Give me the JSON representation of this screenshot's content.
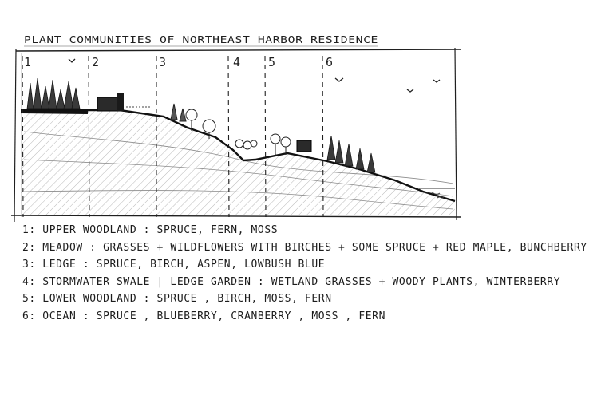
{
  "title": "PLANT COMMUNITIES OF NORTHEAST HARBOR RESIDENCE",
  "zone_labels": [
    "1",
    "2",
    "3",
    "4",
    "5",
    "6"
  ],
  "legend": [
    "1: UPPER WOODLAND : SPRUCE, FERN, MOSS",
    "2: MEADOW : GRASSES + WILDFLOWERS WITH BIRCHES + SOME SPRUCE + RED MAPLE, BUNCHBERRY",
    "3: LEDGE : SPRUCE, BIRCH, ASPEN, LOWBUSH BLUE",
    "4: STORMWATER SWALE | LEDGE GARDEN : WETLAND GRASSES + WOODY PLANTS, WINTERBERRY",
    "5: LOWER WOODLAND : SPRUCE , BIRCH, MOSS, FERN",
    "6: OCEAN : SPRUCE , BLUEBERRY, CRANBERRY , MOSS , FERN"
  ]
}
